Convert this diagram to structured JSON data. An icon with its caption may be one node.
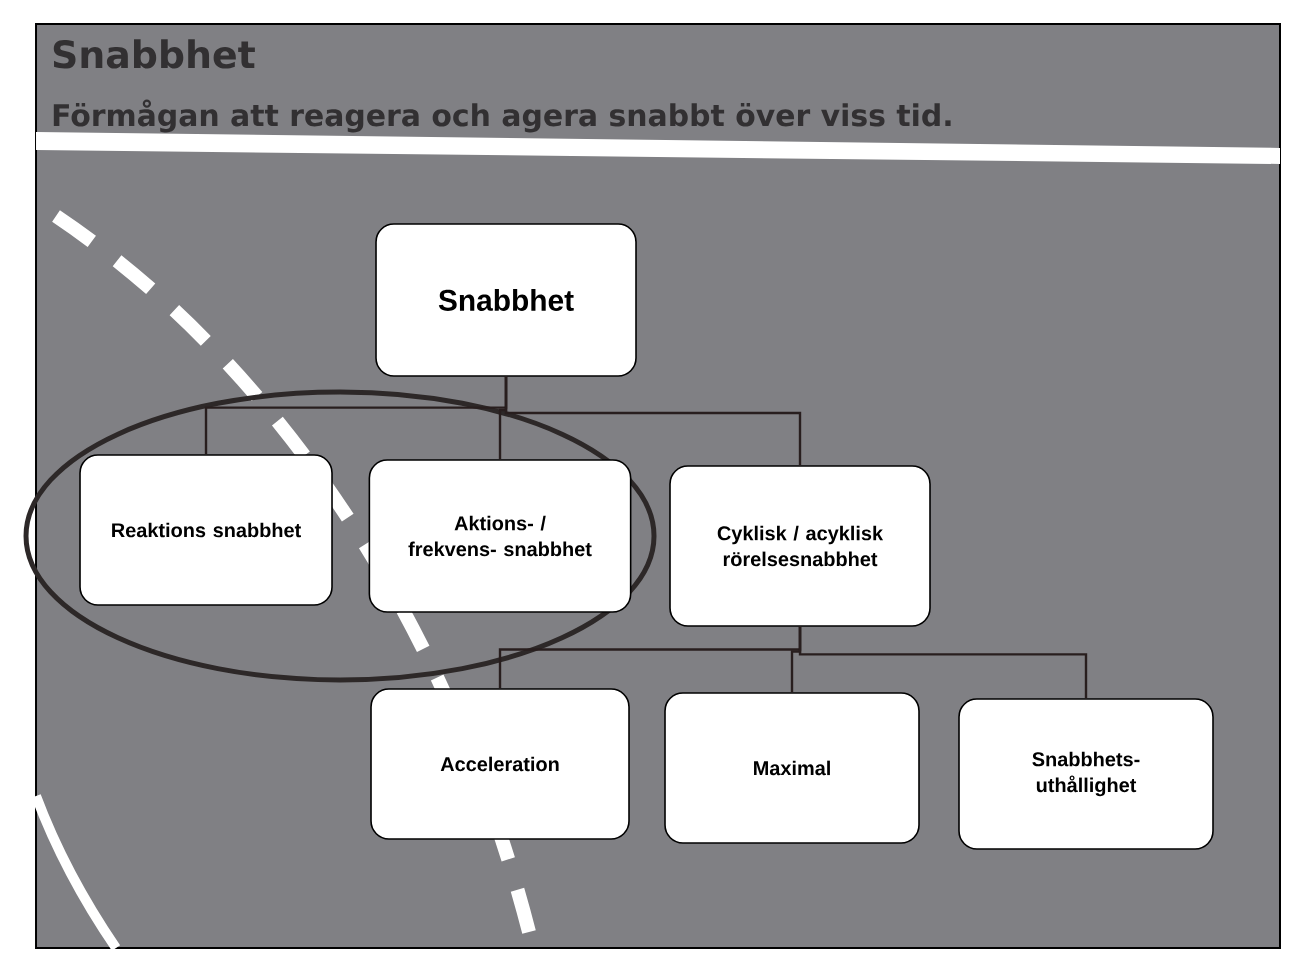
{
  "diagram": {
    "title": "Snabbhet",
    "nodes": [
      {
        "text": [
          "Snabbhet"
        ]
      },
      {
        "text": [
          "Reaktions snabbhet"
        ]
      },
      {
        "text": [
          "Aktions- / frekvens- snabbhet"
        ]
      },
      {
        "text": [
          "Cyklisk / acyklisk rörelsesnabbhet"
        ]
      },
      {
        "text": [
          "Acceleration"
        ]
      },
      {
        "text": [
          "Maximal"
        ]
      },
      {
        "text": [
          "Snabbhets- uthållighet"
        ]
      }
    ],
    "edges": [
      {
        "from": 0,
        "to": 1,
        "arrow": "none"
      },
      {
        "from": 0,
        "to": 2,
        "arrow": "none"
      },
      {
        "from": 0,
        "to": 3,
        "arrow": "none"
      },
      {
        "from": 3,
        "to": 4,
        "arrow": "none"
      },
      {
        "from": 3,
        "to": 5,
        "arrow": "none"
      },
      {
        "from": 3,
        "to": 6,
        "arrow": "none"
      }
    ],
    "labels": [
      "Förmågan att reagera och agera snabbt över viss tid."
    ]
  }
}
